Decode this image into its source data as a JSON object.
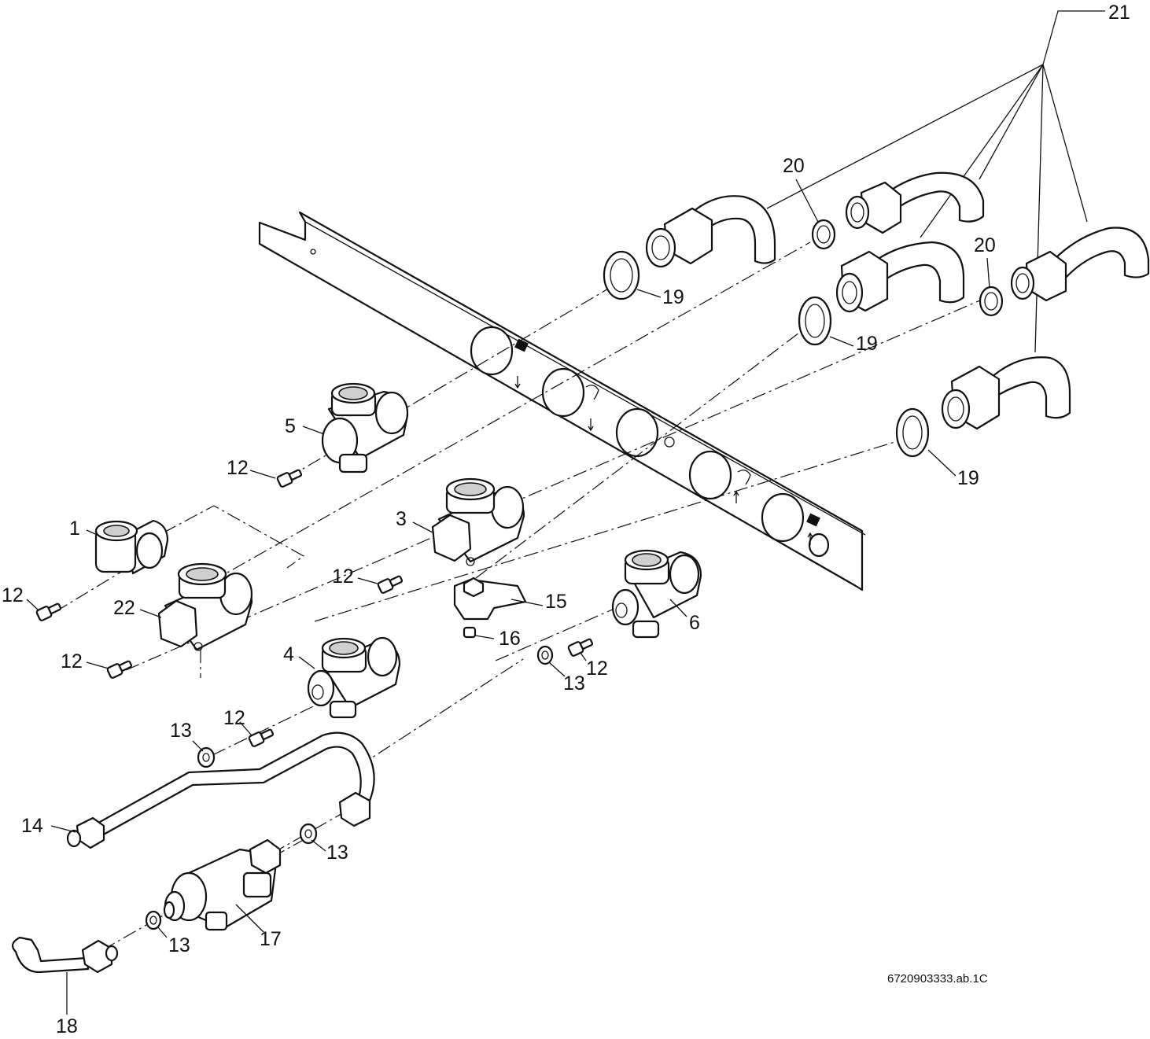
{
  "diagram": {
    "reference_code": "6720903333.ab.1C",
    "labels": [
      {
        "id": "1",
        "text": "1"
      },
      {
        "id": "3",
        "text": "3"
      },
      {
        "id": "4",
        "text": "4"
      },
      {
        "id": "5",
        "text": "5"
      },
      {
        "id": "6",
        "text": "6"
      },
      {
        "id": "12a",
        "text": "12"
      },
      {
        "id": "12b",
        "text": "12"
      },
      {
        "id": "12c",
        "text": "12"
      },
      {
        "id": "12d",
        "text": "12"
      },
      {
        "id": "12e",
        "text": "12"
      },
      {
        "id": "12f",
        "text": "12"
      },
      {
        "id": "13a",
        "text": "13"
      },
      {
        "id": "13b",
        "text": "13"
      },
      {
        "id": "13c",
        "text": "13"
      },
      {
        "id": "13d",
        "text": "13"
      },
      {
        "id": "14",
        "text": "14"
      },
      {
        "id": "15",
        "text": "15"
      },
      {
        "id": "16",
        "text": "16"
      },
      {
        "id": "17",
        "text": "17"
      },
      {
        "id": "18",
        "text": "18"
      },
      {
        "id": "19a",
        "text": "19"
      },
      {
        "id": "19b",
        "text": "19"
      },
      {
        "id": "19c",
        "text": "19"
      },
      {
        "id": "20a",
        "text": "20"
      },
      {
        "id": "20b",
        "text": "20"
      },
      {
        "id": "21",
        "text": "21"
      },
      {
        "id": "22",
        "text": "22"
      }
    ]
  }
}
